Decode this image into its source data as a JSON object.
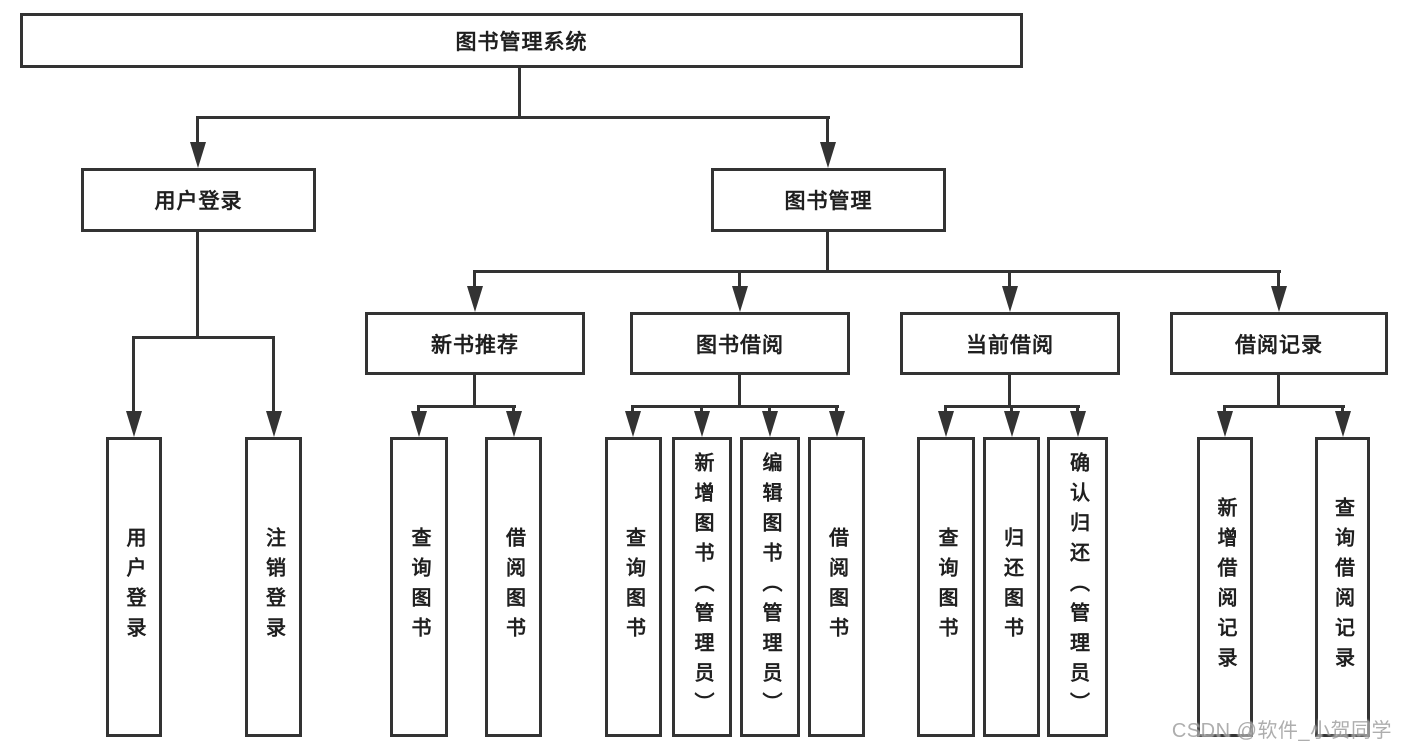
{
  "diagram": {
    "title": "图书管理系统",
    "branches": {
      "user_login": {
        "label": "用户登录",
        "children": [
          "用户登录",
          "注销登录"
        ]
      },
      "book_mgmt": {
        "label": "图书管理"
      }
    },
    "modules": [
      {
        "label": "新书推荐",
        "children": [
          "查询图书",
          "借阅图书"
        ]
      },
      {
        "label": "图书借阅",
        "children": [
          "查询图书",
          "新增图书（管理员）",
          "编辑图书（管理员）",
          "借阅图书"
        ]
      },
      {
        "label": "当前借阅",
        "children": [
          "查询图书",
          "归还图书",
          "确认归还（管理员）"
        ]
      },
      {
        "label": "借阅记录",
        "children": [
          "新增借阅记录",
          "查询借阅记录"
        ]
      }
    ]
  },
  "watermark": {
    "text": "CSDN @软件_小贺同学"
  },
  "colors": {
    "line": "#333333",
    "text": "#1f1f1f",
    "background": "#ffffff",
    "watermark": "#a0a0a0"
  }
}
